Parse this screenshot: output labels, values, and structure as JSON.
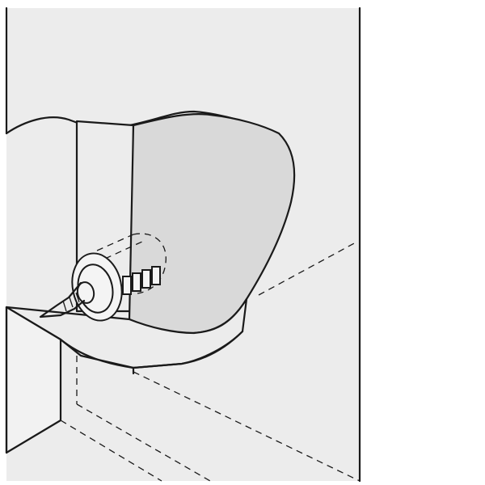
{
  "figure": {
    "description_free": true,
    "colors": {
      "background": "#ffffff",
      "panel_fill": "#ececec",
      "cutout_fill": "#d9d9d9",
      "line": "#1a1a1a"
    },
    "parts": [
      {
        "id": "back-wall-panel",
        "label": ""
      },
      {
        "id": "side-panel",
        "label": ""
      },
      {
        "id": "bottom-panel",
        "label": ""
      },
      {
        "id": "hinge-cutout",
        "label": ""
      },
      {
        "id": "cam-connector-bolt",
        "label": ""
      }
    ]
  }
}
